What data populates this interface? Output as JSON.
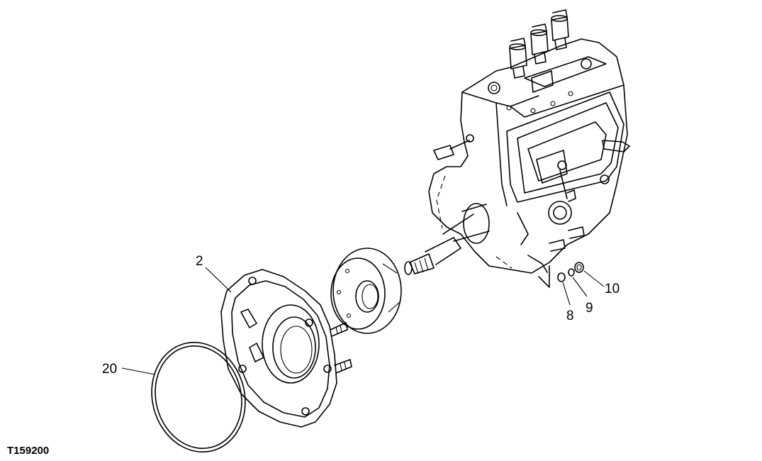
{
  "figure_id": "T159200",
  "callouts": {
    "c2": "2",
    "c8": "8",
    "c9": "9",
    "c10": "10",
    "c20": "20"
  }
}
